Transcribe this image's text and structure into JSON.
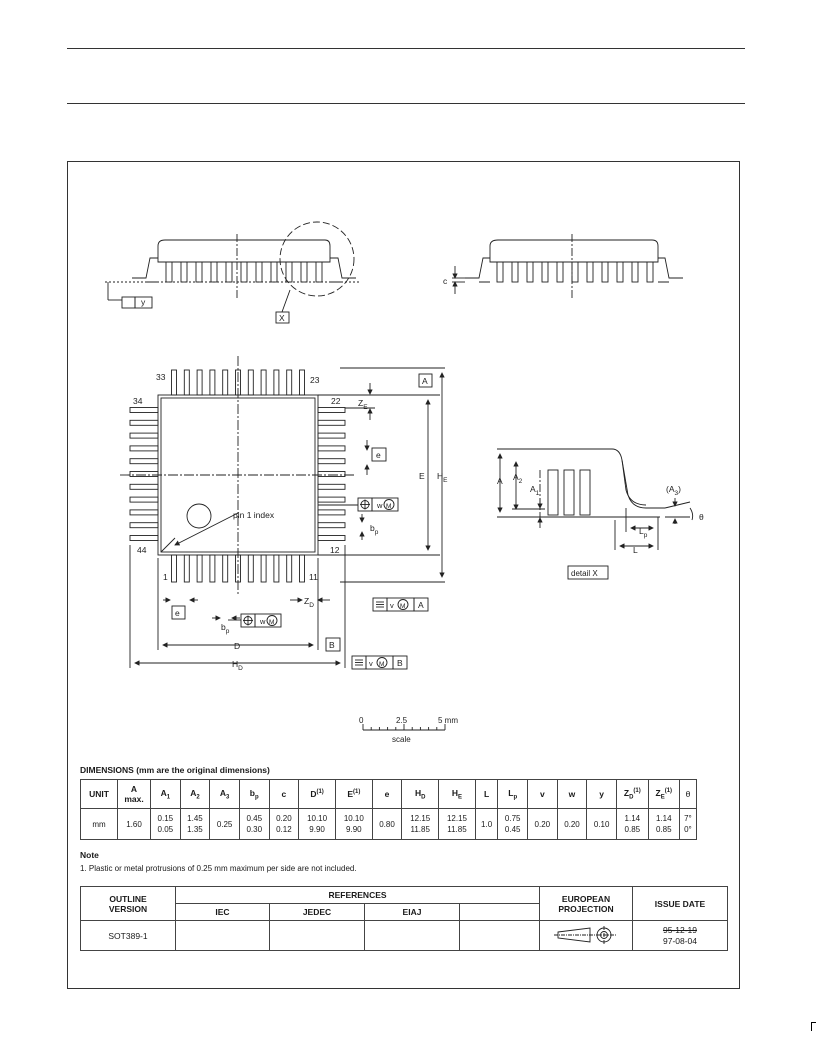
{
  "drawing": {
    "labels": {
      "x_marker": "X",
      "y_flat": "y",
      "c": "c",
      "pin33": "33",
      "pin23": "23",
      "pin34": "34",
      "pin22": "22",
      "pin44": "44",
      "pin12": "12",
      "pin1": "1",
      "pin11": "11",
      "ze": "Z",
      "ze_sub": "E",
      "zd": "Z",
      "zd_sub": "D",
      "e_right": "e",
      "e_bottom": "e",
      "bp": "b",
      "bp_sub": "p",
      "bp2": "b",
      "bp2_sub": "p",
      "E": "E",
      "HE": "H",
      "HE_sub": "E",
      "D": "D",
      "HD": "H",
      "HD_sub": "D",
      "datum_A": "A",
      "datum_B": "B",
      "pin1_index": "pin 1 index",
      "wm": "w",
      "wm2": "w",
      "vm_A": "v",
      "vm_A_ref": "A",
      "vm_B": "v",
      "vm_B_ref": "B",
      "M": "M",
      "A": "A",
      "A2": "A",
      "A2_sub": "2",
      "A1": "A",
      "A1_sub": "1",
      "A3": "(A",
      "A3_sub": "3",
      "A3_close": ")",
      "Lp": "L",
      "Lp_sub": "p",
      "L": "L",
      "theta": "θ",
      "detail_x": "detail X"
    },
    "scale": {
      "t0": "0",
      "t1": "2.5",
      "t2": "5 mm",
      "label": "scale"
    }
  },
  "dimensions": {
    "title": "DIMENSIONS (mm are the original dimensions)",
    "unit_header": "UNIT",
    "amax_top": "A",
    "amax_bottom": "max.",
    "headers": {
      "A1": "A",
      "A1s": "1",
      "A2": "A",
      "A2s": "2",
      "A3": "A",
      "A3s": "3",
      "bp": "b",
      "bps": "p",
      "c": "c",
      "D": "D",
      "Dsup": "(1)",
      "E": "E",
      "Esup": "(1)",
      "e": "e",
      "HD": "H",
      "HDs": "D",
      "HE": "H",
      "HEs": "E",
      "L": "L",
      "Lp": "L",
      "Lps": "p",
      "v": "v",
      "w": "w",
      "y": "y",
      "ZD": "Z",
      "ZDs": "D",
      "ZDsup": "(1)",
      "ZE": "Z",
      "ZEs": "E",
      "ZEsup": "(1)",
      "theta": "θ"
    },
    "row": {
      "unit": "mm",
      "A": "1.60",
      "A1_max": "0.15",
      "A1_min": "0.05",
      "A2_max": "1.45",
      "A2_min": "1.35",
      "A3": "0.25",
      "bp_max": "0.45",
      "bp_min": "0.30",
      "c_max": "0.20",
      "c_min": "0.12",
      "D_max": "10.10",
      "D_min": "9.90",
      "E_max": "10.10",
      "E_min": "9.90",
      "e": "0.80",
      "HD_max": "12.15",
      "HD_min": "11.85",
      "HE_max": "12.15",
      "HE_min": "11.85",
      "L": "1.0",
      "Lp_max": "0.75",
      "Lp_min": "0.45",
      "v": "0.20",
      "w": "0.20",
      "y": "0.10",
      "ZD_max": "1.14",
      "ZD_min": "0.85",
      "ZE_max": "1.14",
      "ZE_min": "0.85",
      "theta_max": "7°",
      "theta_min": "0°"
    }
  },
  "note": {
    "title": "Note",
    "text": "1. Plastic or metal protrusions of 0.25 mm maximum per side are not included."
  },
  "references": {
    "outline_l1": "OUTLINE",
    "outline_l2": "VERSION",
    "references": "REFERENCES",
    "iec": "IEC",
    "jedec": "JEDEC",
    "eiaj": "EIAJ",
    "european_l1": "EUROPEAN",
    "european_l2": "PROJECTION",
    "issue_date": "ISSUE DATE",
    "version": "SOT389-1",
    "date_old": "95-12-19",
    "date_new": "97-08-04"
  }
}
